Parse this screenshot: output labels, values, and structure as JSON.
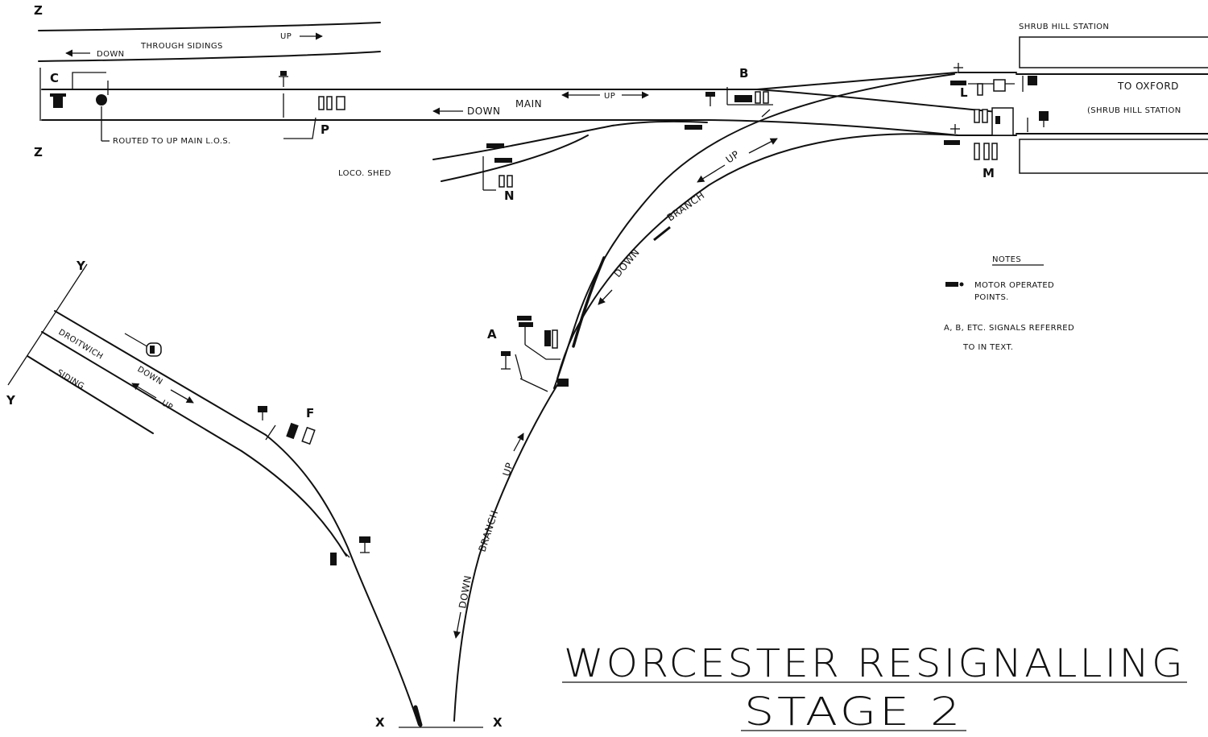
{
  "markers": {
    "z_top": "Z",
    "z_bottom": "Z",
    "y_top": "Y",
    "y_bottom": "Y",
    "x_left": "X",
    "x_right": "X"
  },
  "signals": {
    "a": "A",
    "b": "B",
    "c": "C",
    "f": "F",
    "l": "L",
    "m": "M",
    "n": "N",
    "p": "P"
  },
  "labels": {
    "through_sidings": "THROUGH SIDINGS",
    "down_sidings": "DOWN",
    "up_sidings": "UP",
    "routed": "ROUTED TO UP MAIN L.O.S.",
    "main_down": "DOWN",
    "main": "MAIN",
    "main_up": "UP",
    "loco_shed": "LOCO. SHED",
    "shrub_hill_station": "SHRUB HILL STATION",
    "to_oxford": "TO OXFORD",
    "shrub_hill_station_paren": "(SHRUB HILL STATION",
    "branch_up_upper": "UP",
    "branch_upper": "BRANCH",
    "branch_down_upper": "DOWN",
    "branch_up_lower": "UP",
    "branch_lower": "BRANCH",
    "branch_down_lower": "DOWN",
    "droitwich": "DROITWICH",
    "droitwich_down": "DOWN",
    "droitwich_up": "UP",
    "siding": "SIDING"
  },
  "notes": {
    "heading": "NOTES",
    "motor_points_line1": "MOTOR OPERATED",
    "motor_points_line2": "POINTS.",
    "signals_line1": "A, B, ETC.  SIGNALS REFERRED",
    "signals_line2": "TO IN TEXT."
  },
  "title": {
    "line1": "WORCESTER RESIGNALLING",
    "line2": "STAGE 2"
  },
  "icons": {
    "motor_points": "motor-points-icon",
    "signal_post": "signal-post-icon",
    "shunt_signal": "shunt-signal-icon",
    "arrow": "arrow-icon"
  }
}
